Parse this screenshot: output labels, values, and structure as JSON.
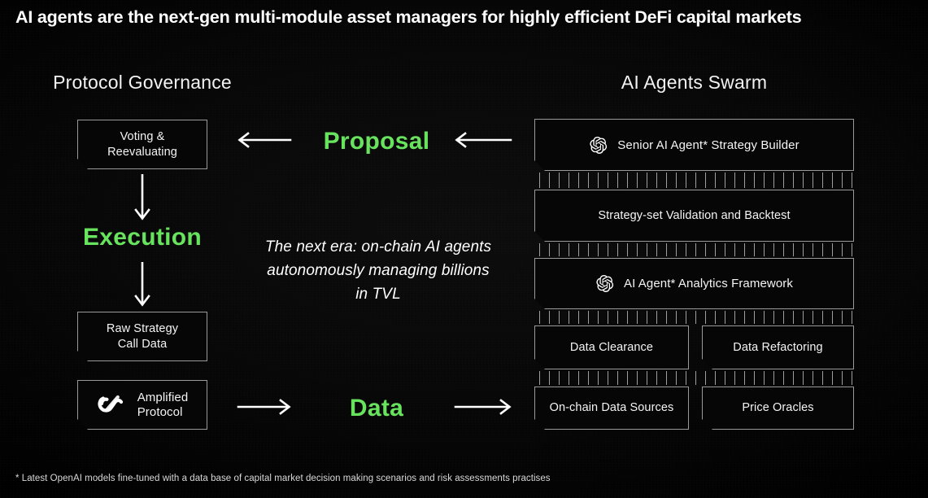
{
  "title": "AI agents are the next-gen multi-module asset managers for highly efficient DeFi capital markets",
  "colors": {
    "accent_green": "#68E35E",
    "background": "#000000",
    "box_border": "#9A9A9A",
    "text": "#FFFFFF"
  },
  "left_column": {
    "heading": "Protocol Governance",
    "boxes": [
      {
        "label": "Voting &\nReevaluating",
        "line1": "Voting &",
        "line2": "Reevaluating",
        "icon": null
      },
      {
        "label": "Raw Strategy\nCall Data",
        "line1": "Raw Strategy",
        "line2": "Call Data",
        "icon": null
      },
      {
        "label": "Amplified\nProtocol",
        "line1": "Amplified",
        "line2": "Protocol",
        "icon": "amplified-protocol-logo"
      }
    ]
  },
  "right_column": {
    "heading": "AI Agents Swarm",
    "boxes": [
      {
        "label": "Senior AI Agent* Strategy Builder",
        "icon": "openai-logo"
      },
      {
        "label": "Strategy-set Validation and Backtest",
        "icon": null
      },
      {
        "label": "AI Agent* Analytics Framework",
        "icon": "openai-logo"
      },
      {
        "label": "Data Clearance",
        "icon": null
      },
      {
        "label": "Data Refactoring",
        "icon": null
      },
      {
        "label": "On-chain Data Sources",
        "icon": null
      },
      {
        "label": "Price Oracles",
        "icon": null
      }
    ]
  },
  "flow": {
    "proposal_label": "Proposal",
    "execution_label": "Execution",
    "data_label": "Data",
    "arrows": [
      {
        "name": "proposal-arrow-left",
        "direction": "left"
      },
      {
        "name": "proposal-arrow-right",
        "direction": "left"
      },
      {
        "name": "execution-arrow-top",
        "direction": "down"
      },
      {
        "name": "execution-arrow-bottom",
        "direction": "down"
      },
      {
        "name": "data-arrow-left",
        "direction": "right"
      },
      {
        "name": "data-arrow-right",
        "direction": "right"
      }
    ]
  },
  "caption": {
    "line1": "The next era: on-chain AI",
    "line2": "agents autonomously",
    "line3": "managing billions in TVL",
    "full": "The next era: on-chain AI agents autonomously managing billions in TVL"
  },
  "footnote": "* Latest OpenAI models fine-tuned with a data base of capital market decision making scenarios and risk assessments practises"
}
